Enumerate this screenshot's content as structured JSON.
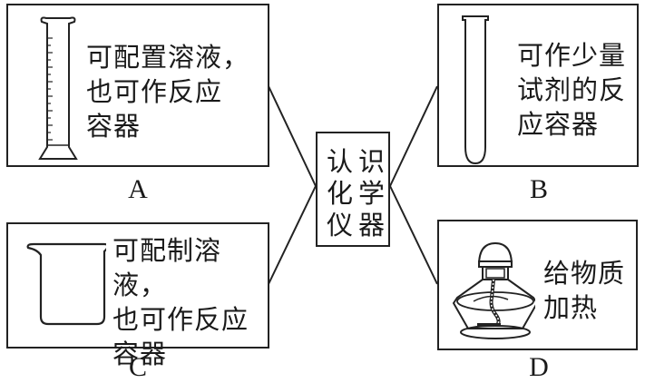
{
  "diagram": {
    "center": {
      "title": "认识化学仪器",
      "lines": [
        "认识",
        "化学",
        "仪器"
      ]
    },
    "items": [
      {
        "id": "A",
        "label": "A",
        "instrument": "graduated-cylinder",
        "text": "可配置溶液，\n也可作反应\n容器"
      },
      {
        "id": "B",
        "label": "B",
        "instrument": "test-tube",
        "text": "可作少量\n试剂的反\n应容器"
      },
      {
        "id": "C",
        "label": "C",
        "instrument": "beaker",
        "text": "可配制溶液，\n也可作反应\n容器"
      },
      {
        "id": "D",
        "label": "D",
        "instrument": "alcohol-lamp",
        "text": "给物质\n加热"
      }
    ]
  }
}
